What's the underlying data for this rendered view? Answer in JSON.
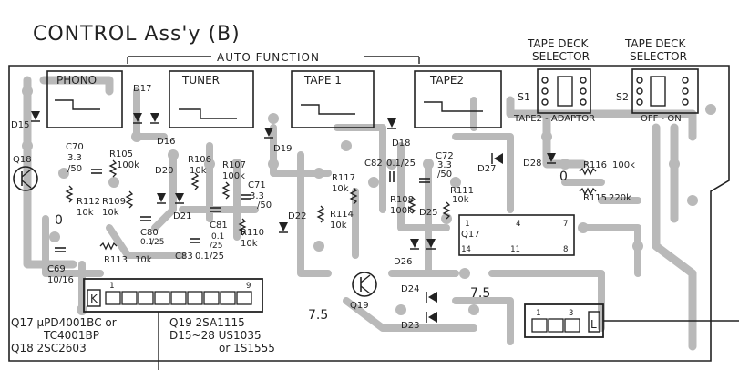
{
  "title": "CONTROL Ass'y (B)",
  "auto_function_label": "AUTO FUNCTION",
  "switch_labels": [
    "PHONO",
    "TUNER",
    "TAPE 1",
    "TAPE2"
  ],
  "tape_deck_selector": {
    "left": [
      "TAPE DECK",
      "SELECTOR"
    ],
    "right": [
      "TAPE DECK",
      "SELECTOR"
    ],
    "s1": "S1",
    "s2": "S2",
    "tape2_adaptor": "TAPE2 - ADAPTOR",
    "off_on": "OFF - ON"
  },
  "diodes": [
    "D15",
    "D16",
    "D17",
    "D18",
    "D19",
    "D20",
    "D21",
    "D22",
    "D23",
    "D24",
    "D25",
    "D26",
    "D27",
    "D28"
  ],
  "transistors": [
    "Q17",
    "Q18",
    "Q19"
  ],
  "capacitors": [
    {
      "ref": "C70",
      "val1": "3.3",
      "val2": "/50"
    },
    {
      "ref": "C71",
      "val1": "3.3",
      "val2": "/50"
    },
    {
      "ref": "C72",
      "val1": "3.3",
      "val2": "/50"
    },
    {
      "ref": "C80",
      "val1": "0.1",
      "val2": "/25"
    },
    {
      "ref": "C81",
      "val1": "0.1",
      "val2": "/25"
    },
    {
      "ref": "C82",
      "val1": "0.1/25",
      "val2": ""
    },
    {
      "ref": "C83",
      "val1": "0.1/25",
      "val2": ""
    },
    {
      "ref": "C69",
      "val1": "10/16",
      "val2": ""
    }
  ],
  "resistors": [
    {
      "ref": "R105",
      "val": "100k"
    },
    {
      "ref": "R106",
      "val": "10k"
    },
    {
      "ref": "R107",
      "val": "100k"
    },
    {
      "ref": "R108",
      "val": "100k"
    },
    {
      "ref": "R109",
      "val": "10k"
    },
    {
      "ref": "R110",
      "val": "10k"
    },
    {
      "ref": "R111",
      "val": "10k"
    },
    {
      "ref": "R112",
      "val": "10k"
    },
    {
      "ref": "R113",
      "val": "10k"
    },
    {
      "ref": "R114",
      "val": "10k"
    },
    {
      "ref": "R115",
      "val": "220k"
    },
    {
      "ref": "R116",
      "val": "100k"
    },
    {
      "ref": "R117",
      "val": "10k"
    }
  ],
  "ic_pins": {
    "p1": "1",
    "p4": "4",
    "p7": "7",
    "p8": "8",
    "p11": "11",
    "p14": "14"
  },
  "connector_k": {
    "label": "K",
    "first": "1",
    "last": "9"
  },
  "connector_l": {
    "label": "L",
    "first": "1",
    "last": "3"
  },
  "voltages": [
    "7.5",
    "7.5",
    "0",
    "0"
  ],
  "parts_list": {
    "q17": "Q17  µPD4001BC or",
    "q17b": "TC4001BP",
    "q18": "Q18  2SC2603",
    "q19": "Q19   2SA1115",
    "diodes": "D15~28  US1035",
    "diodes_alt": "or 1S1555"
  }
}
